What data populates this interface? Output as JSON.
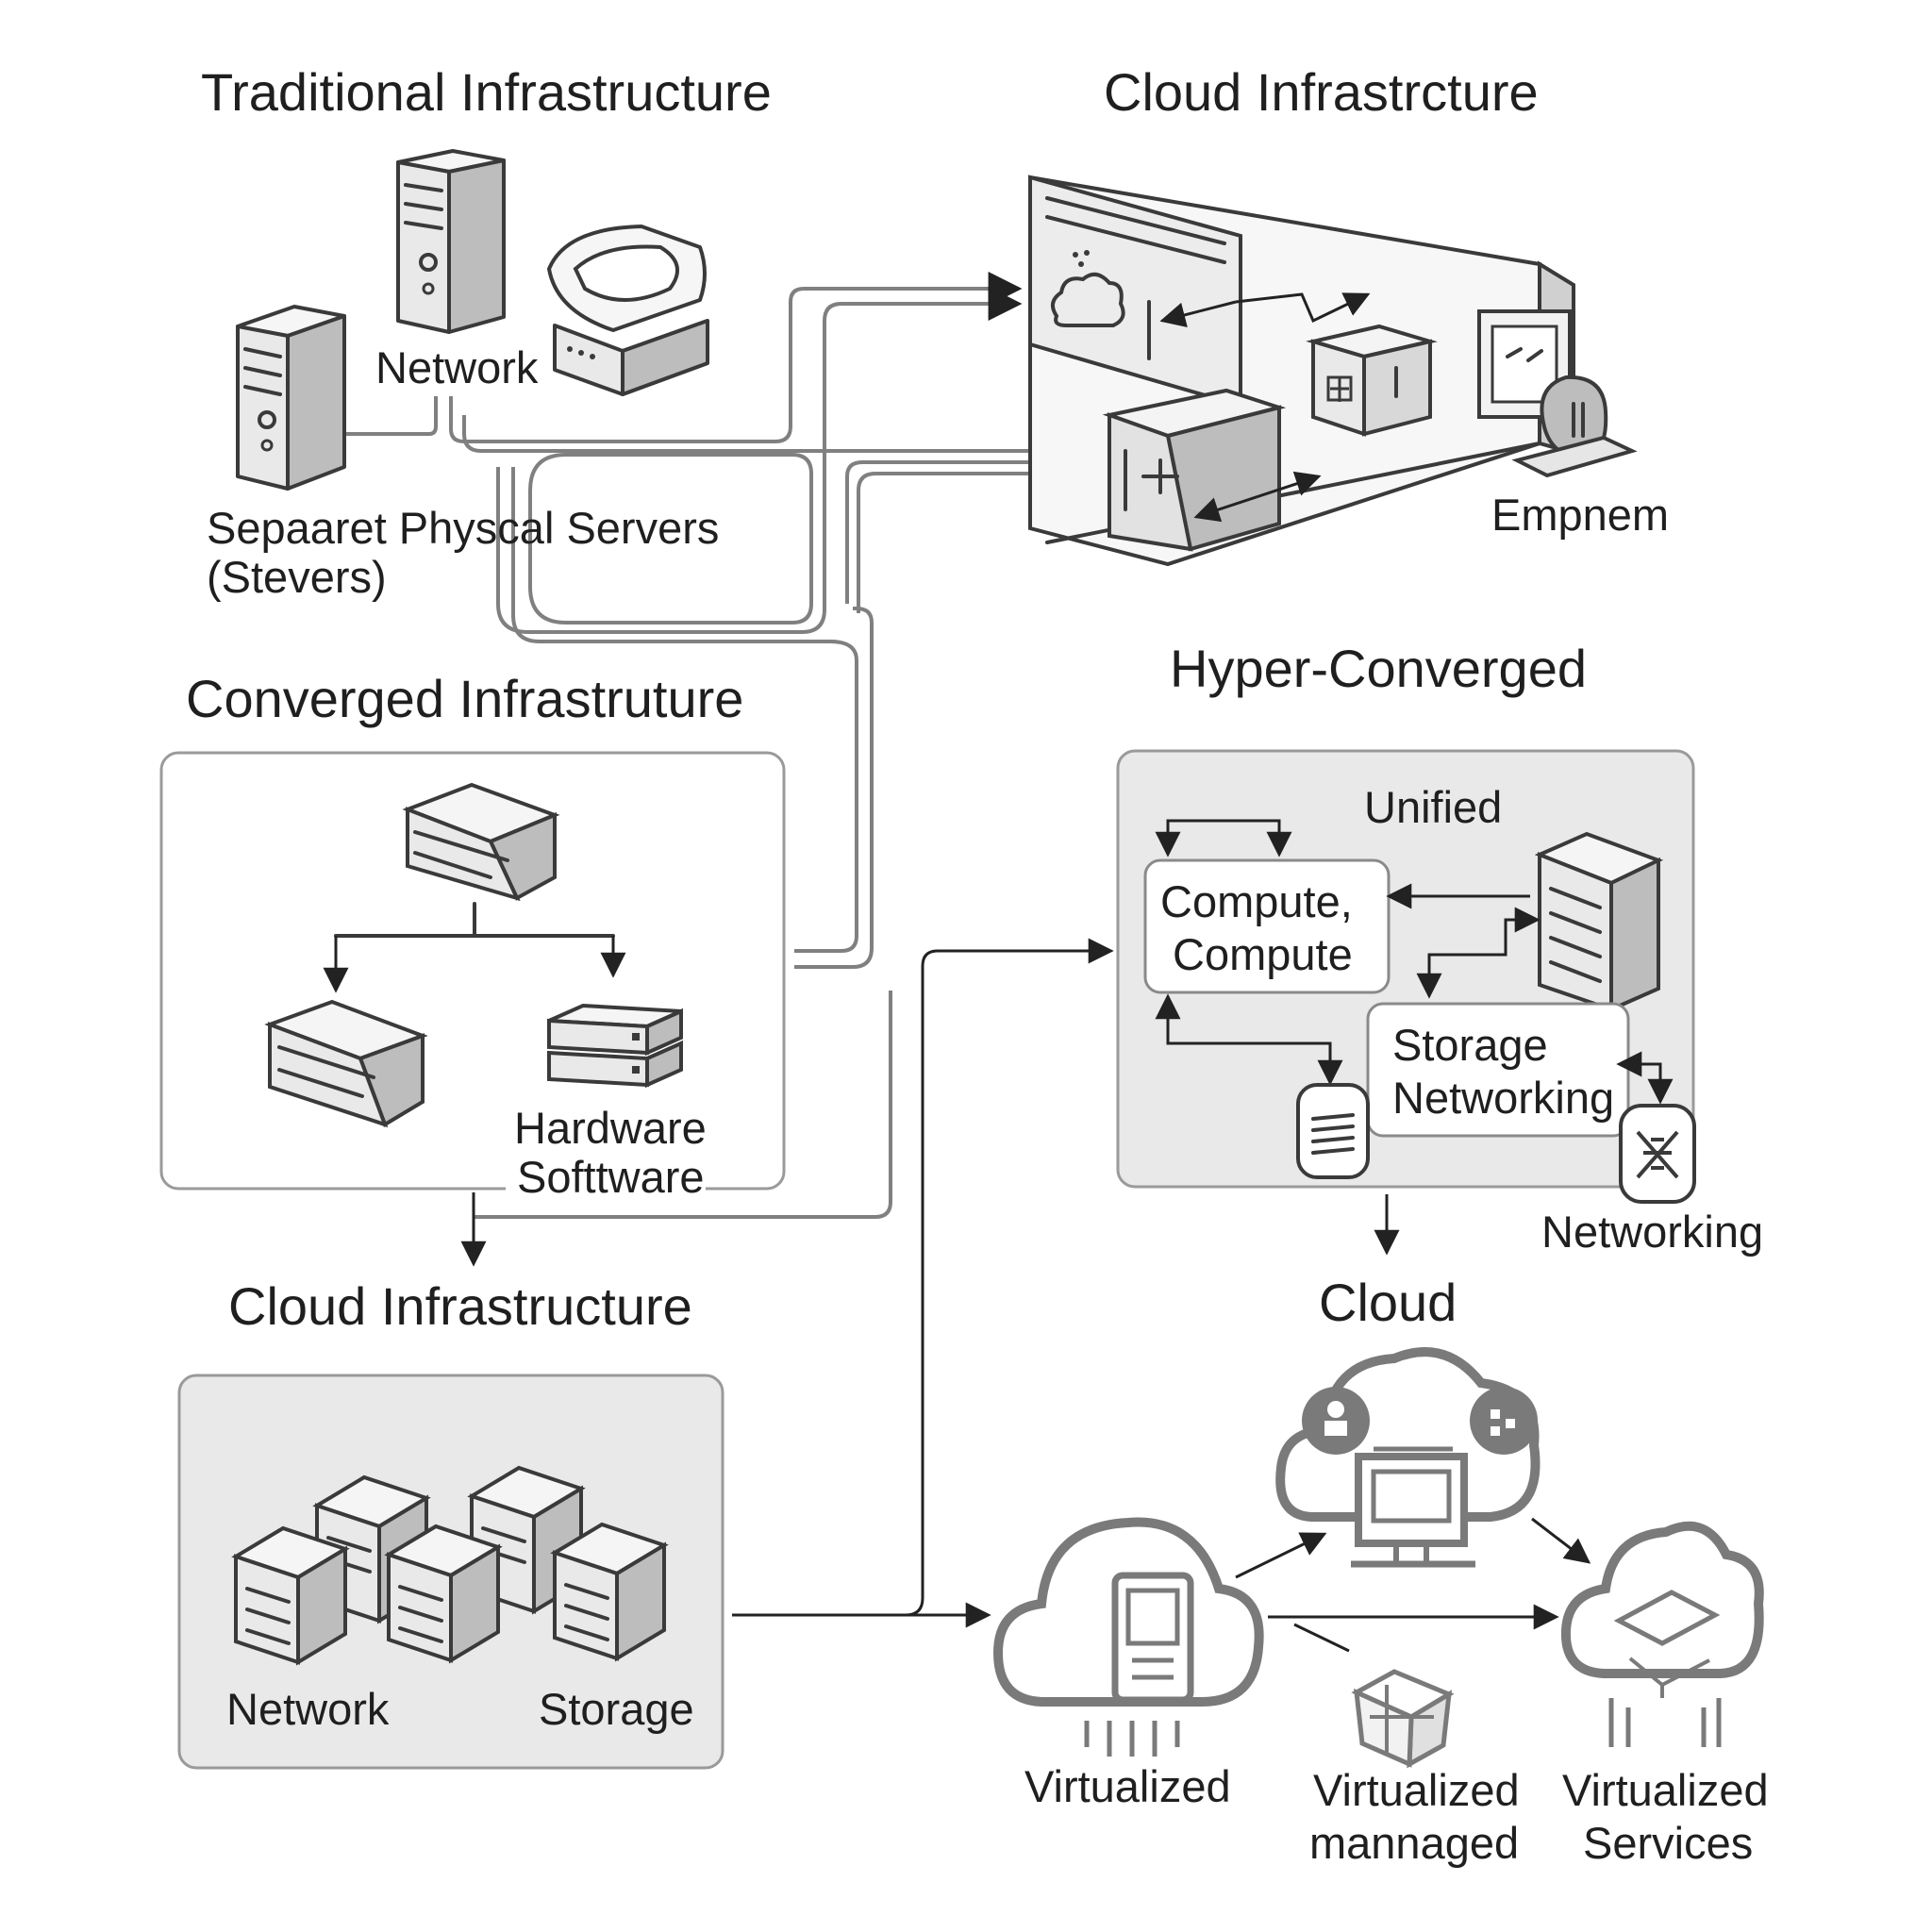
{
  "sections": {
    "traditional": {
      "title": "Traditional Infrastructure",
      "network_label": "Network",
      "servers_label_1": "Sepaaret Physcal Servers",
      "servers_label_2": "(Stevers)"
    },
    "cloud_top": {
      "title": "Cloud Infrastrcture",
      "empnem_label": "Empnem"
    },
    "converged": {
      "title": "Converged Infrastruture",
      "hw_label": "Hardware",
      "sw_label": "Softtware"
    },
    "hyper": {
      "title": "Hyper-Converged",
      "unified_label": "Unified",
      "compute_line1": "Compute,",
      "compute_line2": "Compute",
      "storage_line1": "Storage",
      "storage_line2": "Networking",
      "networking_label": "Networking"
    },
    "cloud_bottom": {
      "title": "Cloud Infrastructure",
      "network_label": "Network",
      "storage_label": "Storage"
    },
    "cloud_right": {
      "title": "Cloud",
      "virtualized_label": "Virtualized",
      "managed_line1": "Virtualized",
      "managed_line2": "mannaged",
      "services_line1": "Virtualized",
      "services_line2": "Services"
    }
  },
  "colors": {
    "line": "#3a3a3a",
    "pipe": "#808080",
    "panel_fill": "#e9e9e9",
    "panel_border": "#9a9a9a",
    "cloud_stroke": "#7a7a7a"
  }
}
